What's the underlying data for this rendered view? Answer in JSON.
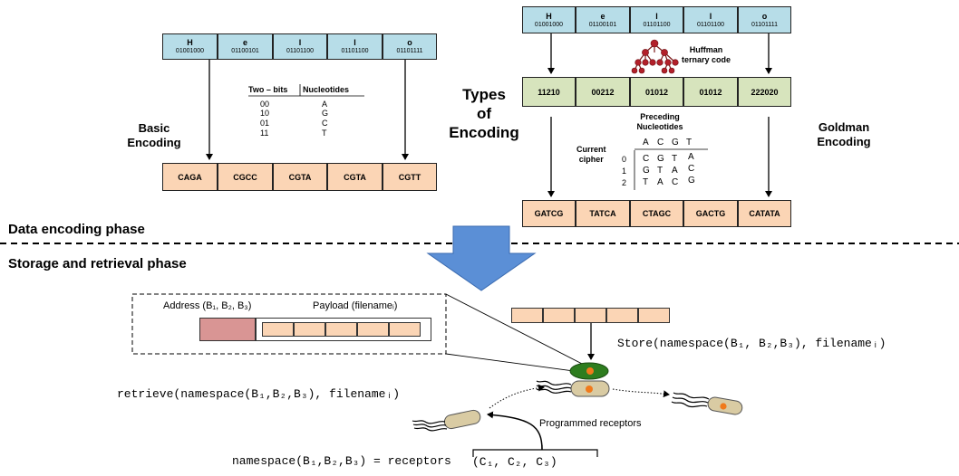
{
  "letters": [
    {
      "symbol": "H",
      "bits": "01001000"
    },
    {
      "symbol": "e",
      "bits": "01100101"
    },
    {
      "symbol": "l",
      "bits": "01101100"
    },
    {
      "symbol": "l",
      "bits": "01101100"
    },
    {
      "symbol": "o",
      "bits": "01101111"
    }
  ],
  "basic": {
    "label_line1": "Basic",
    "label_line2": "Encoding",
    "table_header_bits": "Two – bits",
    "table_header_nuc": "Nucleotides",
    "table_rows": [
      {
        "bits": "00",
        "nuc": "A"
      },
      {
        "bits": "10",
        "nuc": "G"
      },
      {
        "bits": "01",
        "nuc": "C"
      },
      {
        "bits": "11",
        "nuc": "T"
      }
    ],
    "output": [
      "CAGA",
      "CGCC",
      "CGTA",
      "CGTA",
      "CGTT"
    ]
  },
  "types": {
    "line1": "Types",
    "line2": "of",
    "line3": "Encoding"
  },
  "goldman": {
    "label_line1": "Goldman",
    "label_line2": "Encoding",
    "huffman_line1": "Huffman",
    "huffman_line2": "ternary code",
    "ternary": [
      "11210",
      "00212",
      "01012",
      "01012",
      "222020"
    ],
    "preceding_line1": "Preceding",
    "preceding_line2": "Nucleotides",
    "current_line1": "Current",
    "current_line2": "cipher",
    "header_row": [
      "A",
      "C",
      "G",
      "T"
    ],
    "cipher_rows": [
      {
        "digit": "0",
        "values": [
          "C",
          "G",
          "T",
          "A"
        ]
      },
      {
        "digit": "1",
        "values": [
          "G",
          "T",
          "A",
          "C"
        ]
      },
      {
        "digit": "2",
        "values": [
          "T",
          "A",
          "C",
          "G"
        ]
      }
    ],
    "output": [
      "GATCG",
      "TATCA",
      "CTAGC",
      "GACTG",
      "CATATA"
    ]
  },
  "phases": {
    "encoding": "Data encoding phase",
    "storage": "Storage and retrieval phase"
  },
  "storage": {
    "address_label": "Address (B₁, B₂, B₃)",
    "payload_label": "Payload (filenameᵢ)",
    "store_call": "Store(namespace(B₁, B₂,B₃), filenameᵢ)",
    "retrieve_call": "retrieve(namespace(B₁,B₂,B₃), filenameᵢ)",
    "programmed_receptors": "Programmed receptors",
    "namespace_eq": "namespace(B₁,B₂,B₃) = receptors",
    "receptor_set": "(C₁, C₂, C₃)"
  },
  "colors": {
    "blue_cell": "#b7dde8",
    "green_cell": "#d7e4bd",
    "peach_cell": "#fbd5b5",
    "address_block": "#d99594",
    "big_arrow": "#5b8fd6",
    "green_blob": "#2e7d1f",
    "cell_body": "#d9cba3"
  }
}
